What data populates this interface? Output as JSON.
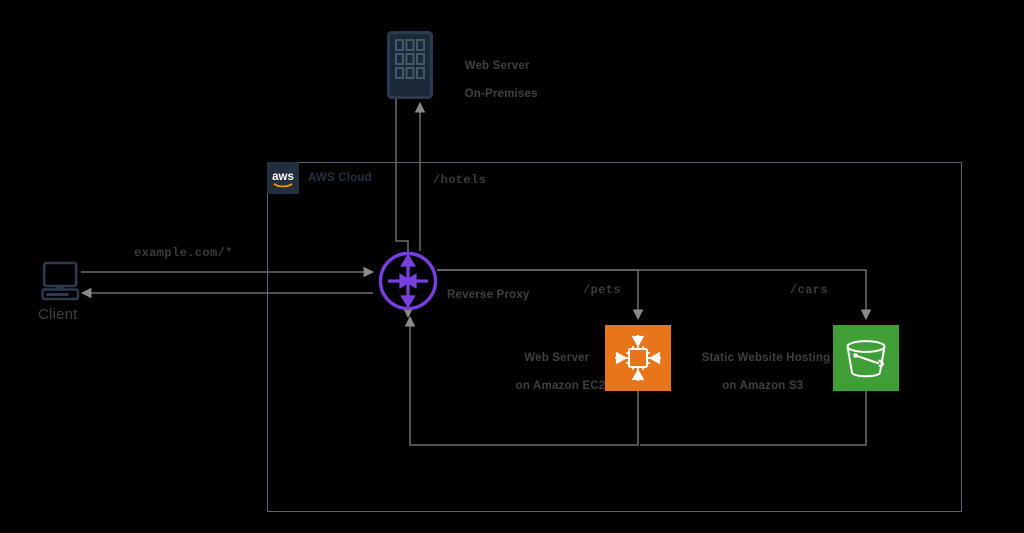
{
  "diagram": {
    "title": "AWS reverse proxy path-based routing architecture",
    "background_color": "#000000",
    "wire_color": "#6E6E6E",
    "container": {
      "name": "AWS Cloud",
      "label": "AWS Cloud",
      "logo_text": "aws",
      "border_color": "#5A6573",
      "badge_color": "#232F3E"
    },
    "nodes": {
      "client": {
        "label": "Client",
        "icon": "laptop-icon",
        "color": "#232F3E"
      },
      "reverse_proxy": {
        "label": "Reverse Proxy",
        "icon": "router-icon",
        "color": "#7A3FE0"
      },
      "web_server_onprem": {
        "label_line1": "Web Server",
        "label_line2": "On-Premises",
        "icon": "server-rack-icon",
        "color": "#232F3E"
      },
      "web_server_ec2": {
        "label_line1": "Web Server",
        "label_line2": "on Amazon EC2",
        "icon": "ec2-instance-icon",
        "color": "#E8751A"
      },
      "static_site_s3": {
        "label_line1": "Static Website Hosting",
        "label_line2": "on Amazon S3",
        "icon": "s3-bucket-icon",
        "color": "#3F9E35"
      }
    },
    "edges": [
      {
        "name": "client-to-proxy",
        "label": "example.com/*",
        "from": "client",
        "to": "reverse_proxy"
      },
      {
        "name": "proxy-to-client",
        "label": "",
        "from": "reverse_proxy",
        "to": "client"
      },
      {
        "name": "proxy-to-onprem",
        "label": "/hotels",
        "from": "reverse_proxy",
        "to": "web_server_onprem"
      },
      {
        "name": "onprem-to-proxy",
        "label": "",
        "from": "web_server_onprem",
        "to": "reverse_proxy"
      },
      {
        "name": "proxy-to-ec2",
        "label": "/pets",
        "from": "reverse_proxy",
        "to": "web_server_ec2"
      },
      {
        "name": "ec2-to-proxy",
        "label": "",
        "from": "web_server_ec2",
        "to": "reverse_proxy"
      },
      {
        "name": "proxy-to-s3",
        "label": "/cars",
        "from": "reverse_proxy",
        "to": "static_site_s3"
      },
      {
        "name": "s3-to-proxy",
        "label": "",
        "from": "static_site_s3",
        "to": "reverse_proxy"
      }
    ],
    "path_labels": {
      "root": "example.com/*",
      "hotels": "/hotels",
      "pets": "/pets",
      "cars": "/cars"
    }
  }
}
